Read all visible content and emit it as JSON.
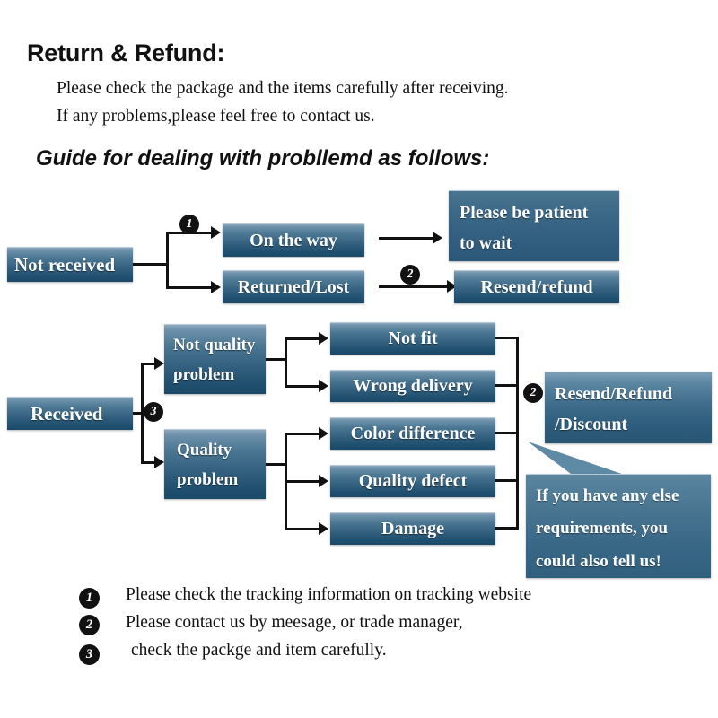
{
  "header": {
    "title": "Return & Refund:",
    "line1": "Please check the package and the items carefully after receiving.",
    "line2": "If any problems,please feel free to contact us.",
    "guide": "Guide for dealing with probllemd as follows:"
  },
  "flow": {
    "not_received": "Not received",
    "on_the_way": "On the way",
    "returned_lost": "Returned/Lost",
    "please_be_patient_l1": "Please be patient",
    "please_be_patient_l2": "to wait",
    "resend_refund": "Resend/refund",
    "received": "Received",
    "not_quality_l1": "Not quality",
    "not_quality_l2": "problem",
    "quality_l1": "Quality",
    "quality_l2": "problem",
    "not_fit": "Not fit",
    "wrong_delivery": "Wrong delivery",
    "color_difference": "Color difference",
    "quality_defect": "Quality defect",
    "damage": "Damage",
    "resend_refund_discount_l1": "Resend/Refund",
    "resend_refund_discount_l2": "/Discount",
    "callout_l1": "If you have any else",
    "callout_l2": "requirements, you",
    "callout_l3": "could also tell us!"
  },
  "markers": {
    "one": "1",
    "two": "2",
    "three": "3"
  },
  "legend": {
    "items": [
      {
        "num": "1",
        "text": "Please check the tracking information on tracking website"
      },
      {
        "num": "2",
        "text": "Please contact us by meesage, or trade manager,"
      },
      {
        "num": "3",
        "text": "check the packge and item carefully."
      }
    ]
  },
  "colors": {
    "box_top": "#8fa9bd",
    "box_bottom": "#1b4a69",
    "line": "#111111",
    "text_on_box": "#ffffff",
    "page_bg": "#ffffff"
  }
}
